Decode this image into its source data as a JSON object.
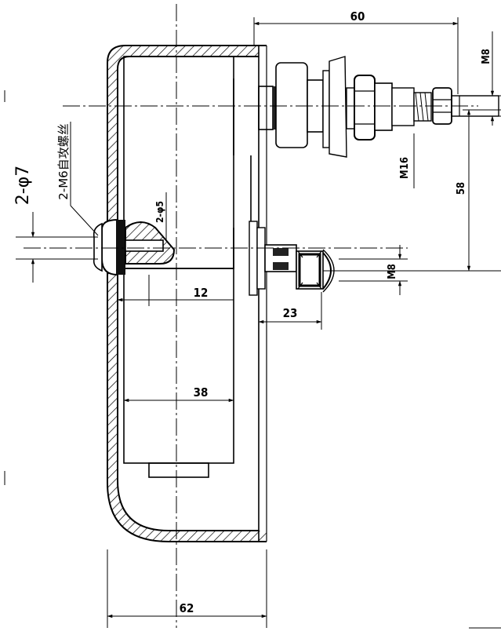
{
  "dimensions": {
    "top_width": "60",
    "thread_top_right": "M8",
    "thread_center": "M16",
    "vertical_offset": "58",
    "thread_lower": "M8",
    "terminal_width": "23",
    "hole_depth": "12",
    "body_width": "38",
    "base_width": "62"
  },
  "labels": {
    "holes_large": "2-φ7",
    "screws": "2-M6自攻螺丝",
    "holes_small": "2-φ5"
  }
}
